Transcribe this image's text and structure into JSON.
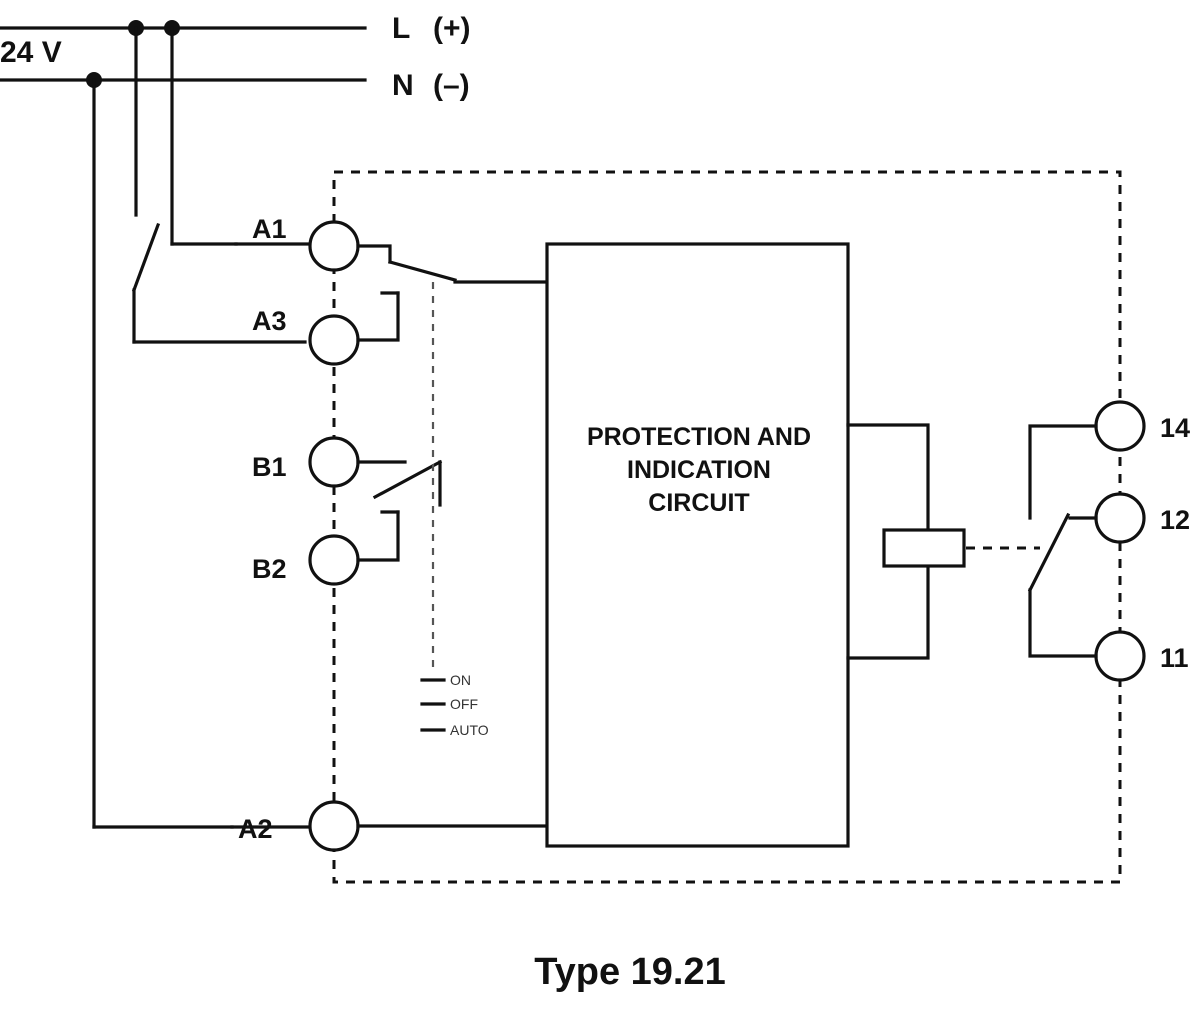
{
  "supply": {
    "voltage_label": "24 V",
    "line_l_label": "L",
    "line_l_polarity": "(+)",
    "line_n_label": "N",
    "line_n_polarity": "(–)"
  },
  "terminals": {
    "a1": "A1",
    "a3": "A3",
    "b1": "B1",
    "b2": "B2",
    "a2": "A2",
    "t14": "14",
    "t12": "12",
    "t11": "11"
  },
  "circuit_block": {
    "lines": [
      "PROTECTION AND",
      "INDICATION",
      "CIRCUIT"
    ]
  },
  "mode_switch": {
    "positions": [
      "ON",
      "OFF",
      "AUTO"
    ]
  },
  "caption": "Type 19.21"
}
